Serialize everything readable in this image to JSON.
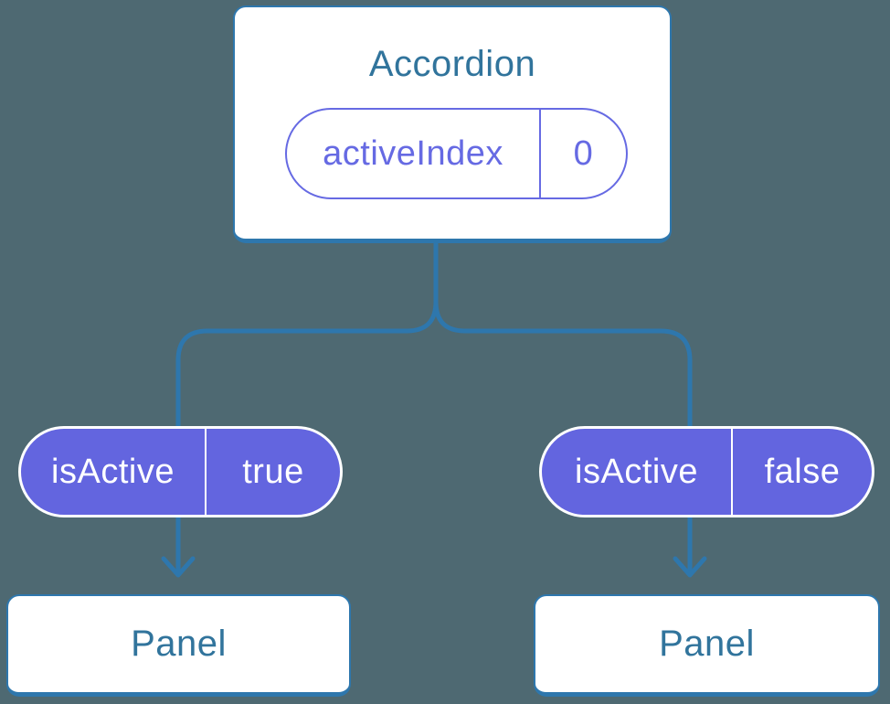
{
  "diagram": {
    "root": {
      "label": "Accordion",
      "state": {
        "name": "activeIndex",
        "value": "0"
      }
    },
    "branches": [
      {
        "prop": {
          "name": "isActive",
          "value": "true"
        },
        "child": {
          "label": "Panel"
        }
      },
      {
        "prop": {
          "name": "isActive",
          "value": "false"
        },
        "child": {
          "label": "Panel"
        }
      }
    ],
    "colors": {
      "background": "#4E6972",
      "line_blue": "#2E77AD",
      "text_blue": "#31749C",
      "pill_purple": "#6365DF",
      "pill_outline_purple": "#666AE3",
      "card_white": "#FFFFFF"
    }
  }
}
